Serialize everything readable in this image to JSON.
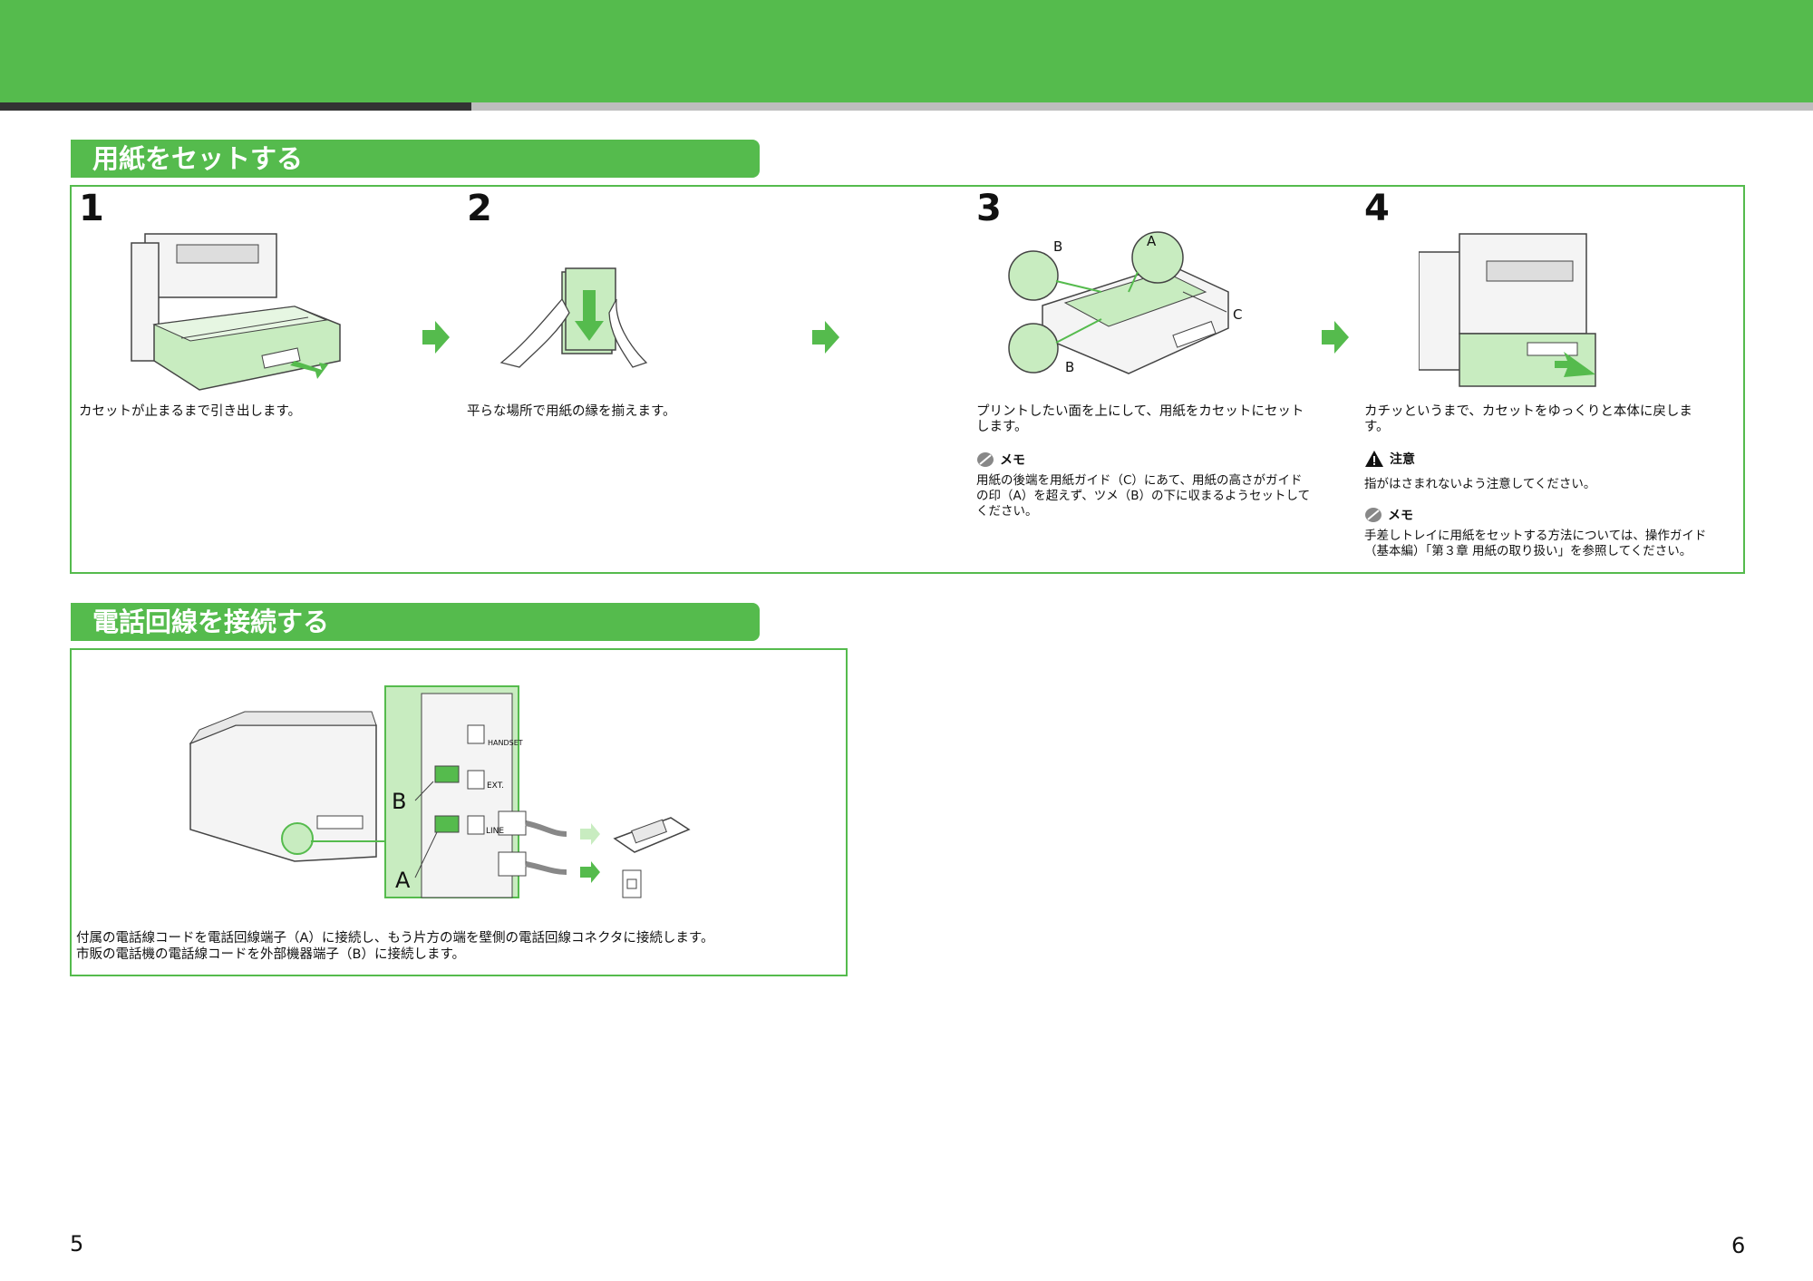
{
  "header": {
    "colors": {
      "brand_green": "#55bb4d",
      "light_green": "#c8ecc0",
      "dark_rule": "#333333",
      "grey_rule": "#bdbdbd"
    }
  },
  "section1": {
    "title": "用紙をセットする",
    "steps": [
      {
        "number": "1",
        "text": "カセットが止まるまで引き出します。"
      },
      {
        "number": "2",
        "text": "平らな場所で用紙の縁を揃えます。"
      },
      {
        "number": "3",
        "text": "プリントしたい面を上にして、用紙をカセットにセットします。",
        "labels": {
          "a": "A",
          "b_top": "B",
          "b_bottom": "B",
          "c": "C"
        },
        "memo_label": "メモ",
        "memo_text": "用紙の後端を用紙ガイド（C）にあて、用紙の高さがガイドの印（A）を超えず、ツメ（B）の下に収まるようセットしてください。"
      },
      {
        "number": "4",
        "text": "カチッというまで、カセットをゆっくりと本体に戻します。",
        "caution_label": "注意",
        "caution_text": "指がはさまれないよう注意してください。",
        "memo_label": "メモ",
        "memo_text": "手差しトレイに用紙をセットする方法については、操作ガイド（基本編）「第３章 用紙の取り扱い」を参照してください。"
      }
    ]
  },
  "section2": {
    "title": "電話回線を接続する",
    "labels": {
      "b": "B",
      "a": "A",
      "handset": "HANDSET",
      "ext": "EXT.",
      "line": "LINE"
    },
    "text_line1": "付属の電話線コードを電話回線端子（A）に接続し、もう片方の端を壁側の電話回線コネクタに接続します。",
    "text_line2": "市販の電話機の電話線コードを外部機器端子（B）に接続します。"
  },
  "footer": {
    "page_left": "5",
    "page_right": "6"
  }
}
